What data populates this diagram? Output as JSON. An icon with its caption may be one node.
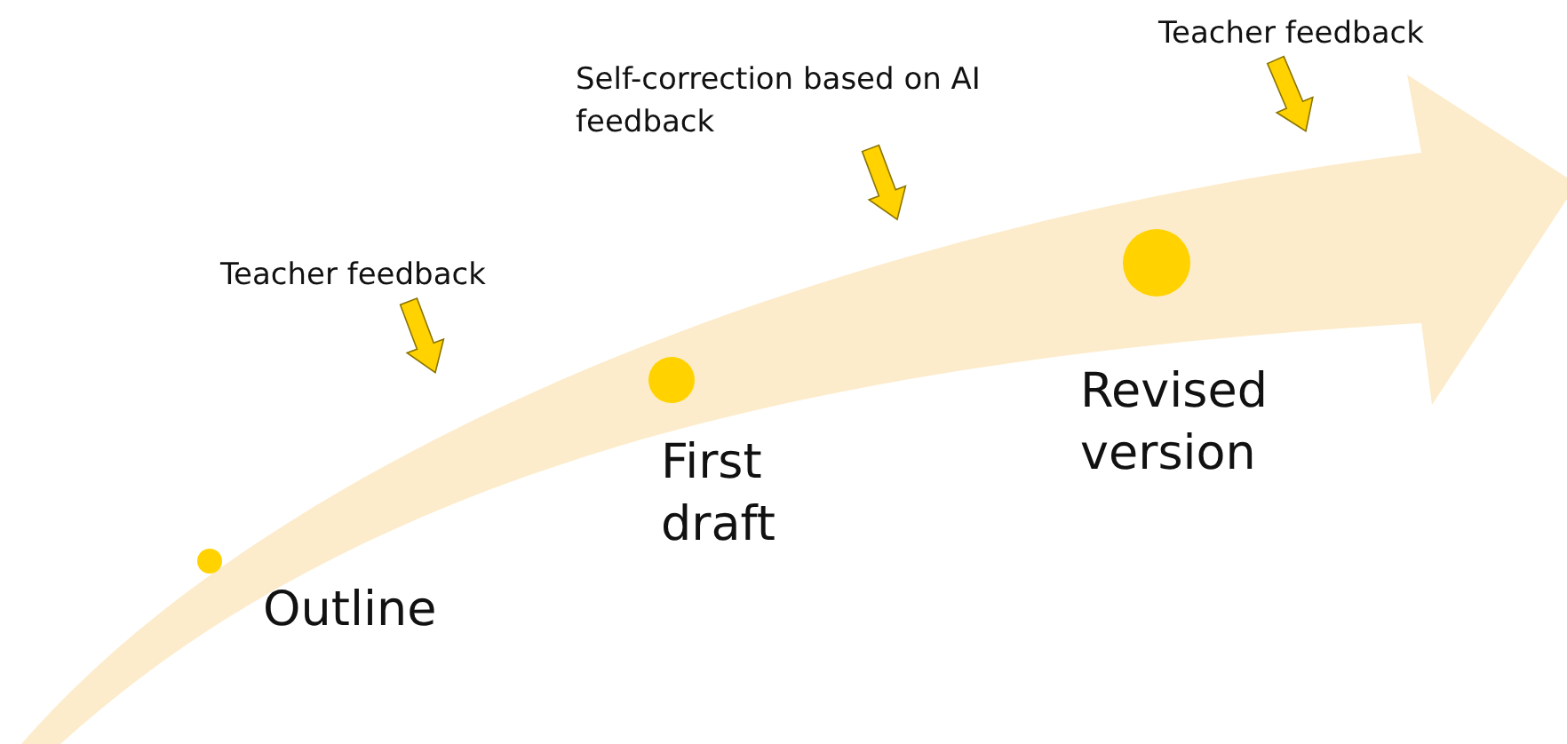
{
  "diagram": {
    "nodes": [
      {
        "text": [
          "Teacher feedback"
        ]
      },
      {
        "text": [
          "Self-correction based on AI feedback"
        ]
      },
      {
        "text": [
          "Teacher feedback"
        ]
      },
      {
        "text": [],
        "shape": "circle",
        "beside": [
          "Outline"
        ]
      },
      {
        "text": [],
        "shape": "circle",
        "beside": [
          "First draft"
        ]
      },
      {
        "text": [],
        "shape": "circle",
        "beside": [
          "Revised version"
        ]
      }
    ],
    "edges": [
      {
        "from": 0,
        "to": null,
        "arrow": "to",
        "style": "thick"
      },
      {
        "from": 1,
        "to": null,
        "arrow": "to",
        "style": "thick"
      },
      {
        "from": 2,
        "to": null,
        "arrow": "to",
        "style": "thick"
      }
    ]
  }
}
